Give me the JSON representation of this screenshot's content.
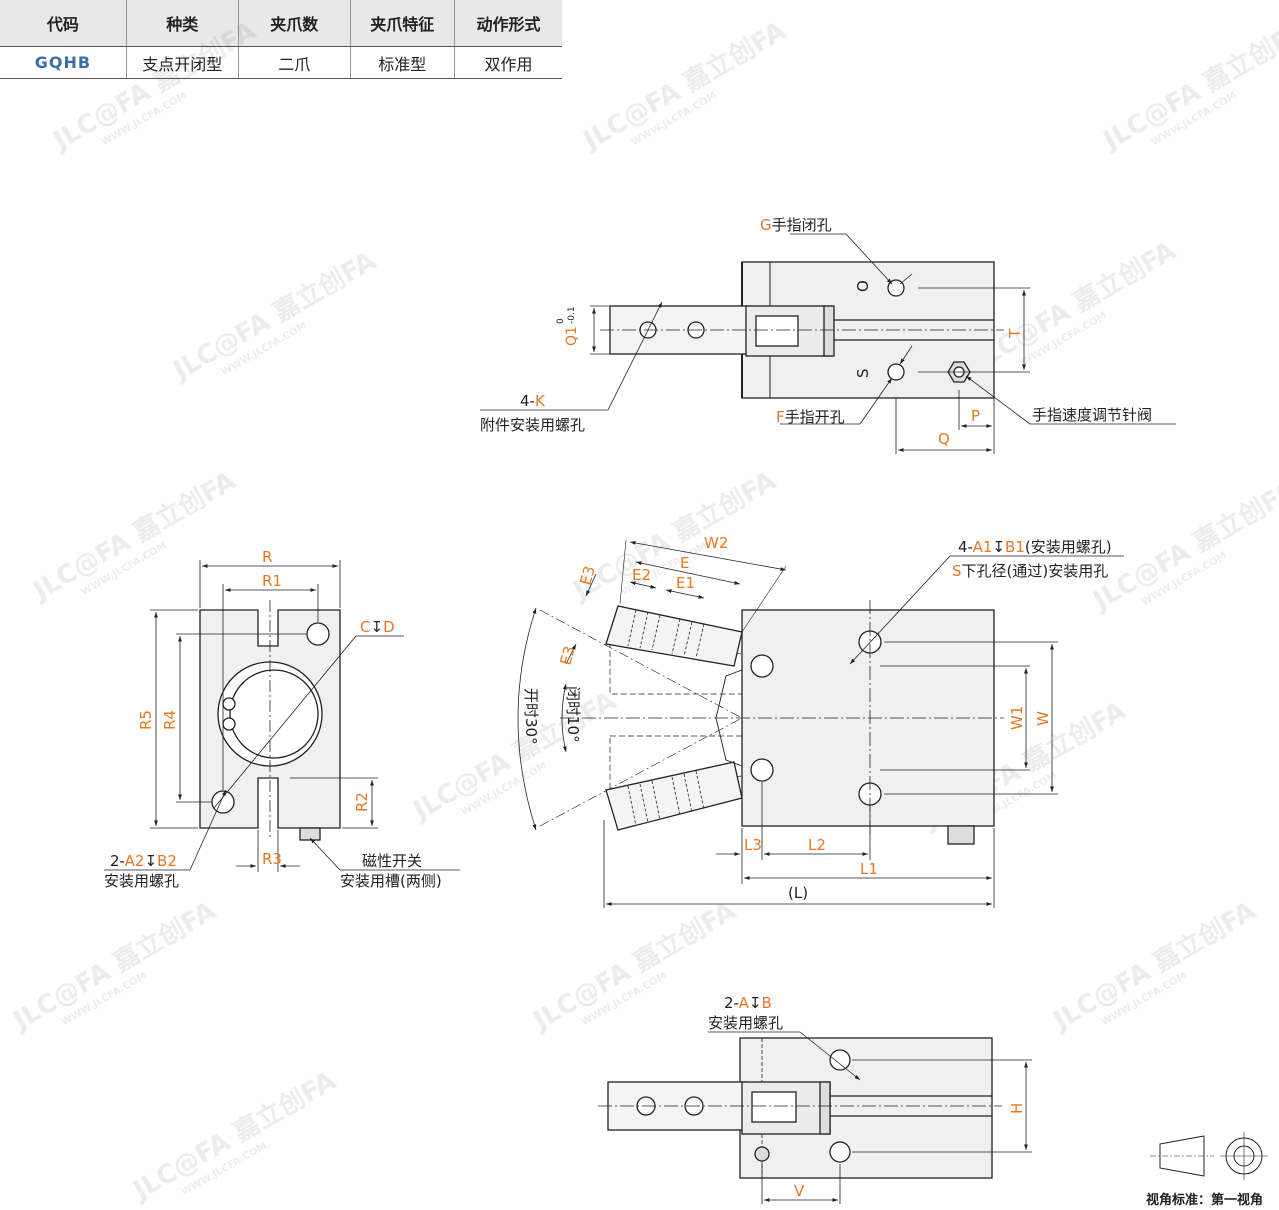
{
  "table": {
    "headers": [
      "代码",
      "种类",
      "夹爪数",
      "夹爪特征",
      "动作形式"
    ],
    "row": [
      "GQHB",
      "支点开闭型",
      "二爪",
      "标准型",
      "双作用"
    ]
  },
  "watermark": {
    "brand": "JLC@FA 嘉立创FA",
    "site": "WWW.JLCFA.COM"
  },
  "top_view": {
    "g_code": "G",
    "g_text": "手指闭孔",
    "f_code": "F",
    "f_text": "手指开孔",
    "k_pre": "4-",
    "k_code": "K",
    "k_text": "附件安装用螺孔",
    "needle_text": "手指速度调节针阀",
    "o": "O",
    "s": "S",
    "t": "T",
    "p": "P",
    "q": "Q",
    "q1": "Q1",
    "q1_tol_upper": "0",
    "q1_tol_lower": "-0.1"
  },
  "side_view": {
    "r": "R",
    "r1": "R1",
    "r5": "R5",
    "r4": "R4",
    "r2": "R2",
    "r3": "R3",
    "c": "C",
    "d": "D",
    "depth_symbol": "↧",
    "a2_pre": "2-",
    "a2": "A2",
    "b2": "B2",
    "a2_text": "安装用螺孔",
    "switch_line1": "磁性开关",
    "switch_line2": "安装用槽(两侧)"
  },
  "front_view": {
    "w2": "W2",
    "e": "E",
    "e2": "E2",
    "e1": "E1",
    "e3": "E3",
    "open_angle": "开时30°",
    "close_angle": "闭时10°",
    "a1_pre": "4-",
    "a1": "A1",
    "b1": "B1",
    "a1_text": "(安装用螺孔)",
    "s_code": "S",
    "s_text": "下孔径(通过)安装用孔",
    "w1": "W1",
    "w": "W",
    "l3": "L3",
    "l2": "L2",
    "l1": "L1",
    "l": "(L)"
  },
  "bottom_view": {
    "a_pre": "2-",
    "a": "A",
    "b": "B",
    "text": "安装用螺孔",
    "h": "H",
    "v": "V"
  },
  "view_standard": "视角标准：第一视角"
}
